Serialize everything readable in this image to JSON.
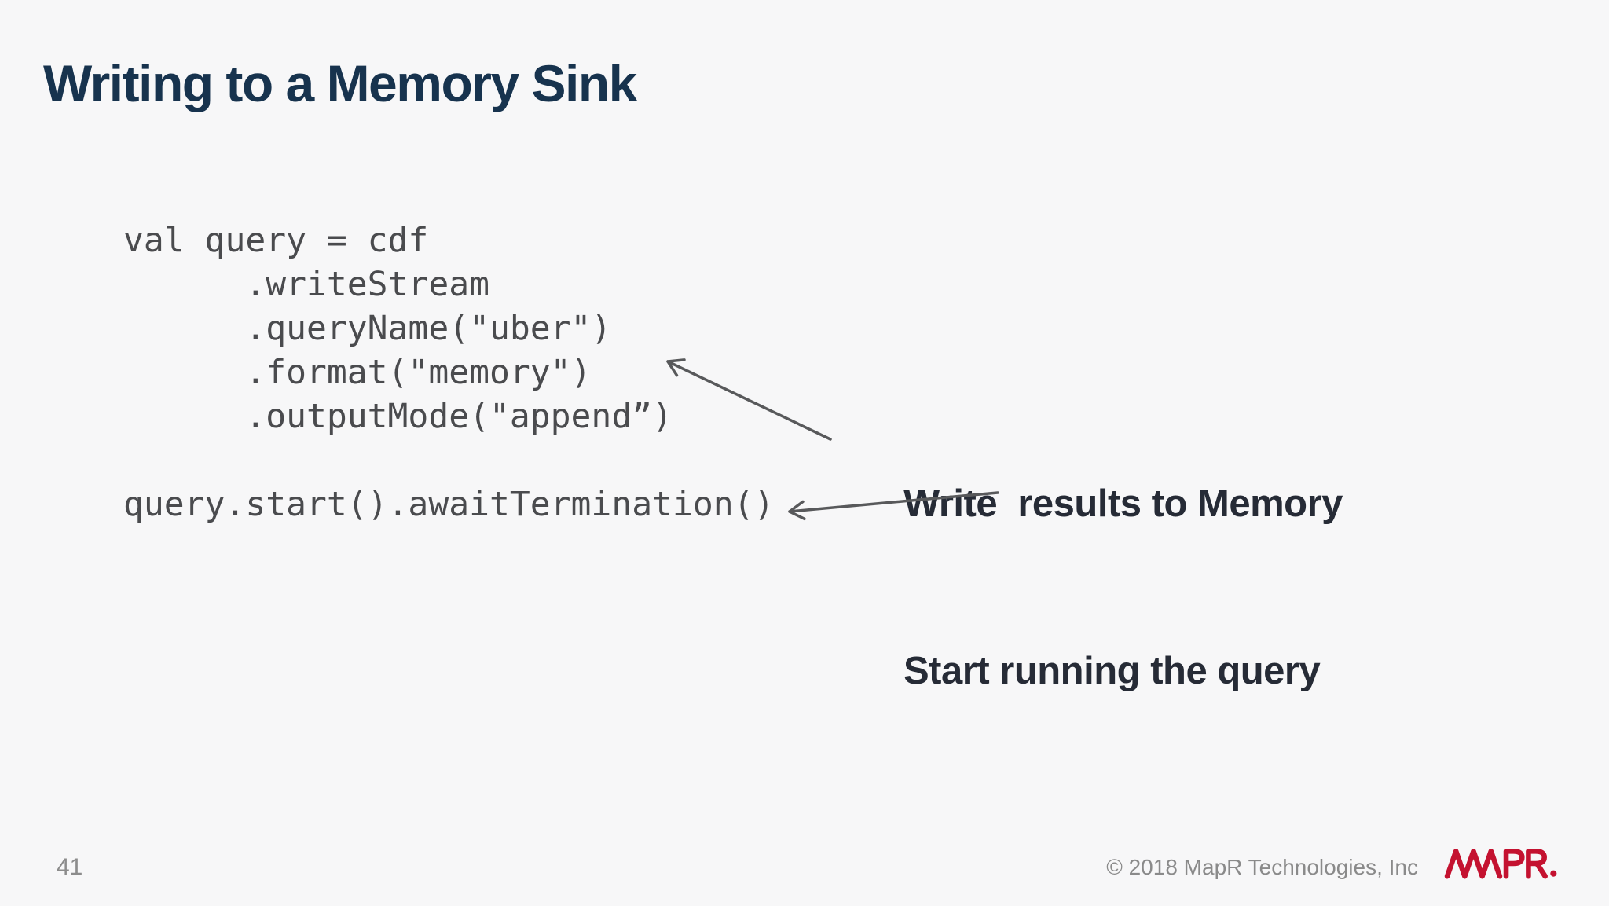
{
  "slide": {
    "title": "Writing to a Memory Sink",
    "code": "val query = cdf\n      .writeStream\n      .queryName(\"uber\")\n      .format(\"memory\")\n      .outputMode(\"append”)\n\nquery.start().awaitTermination()",
    "annotation": {
      "line1": "Write  results to Memory",
      "line2": "Start running the query"
    },
    "footer": {
      "page_number": "41",
      "copyright": "© 2018 MapR Technologies, Inc",
      "logo_text": "MAPR."
    },
    "icons": {
      "arrow_to_format": "diagonal-arrow-up-left",
      "arrow_to_start": "arrow-left",
      "logo": "mapr-wordmark"
    },
    "colors": {
      "background": "#F7F7F8",
      "title_navy": "#17334E",
      "code_gray": "#4A4B4E",
      "annotation_dark": "#262B36",
      "arrow_gray": "#58595B",
      "footer_gray": "#8C8C8C",
      "logo_red": "#C41230"
    }
  }
}
